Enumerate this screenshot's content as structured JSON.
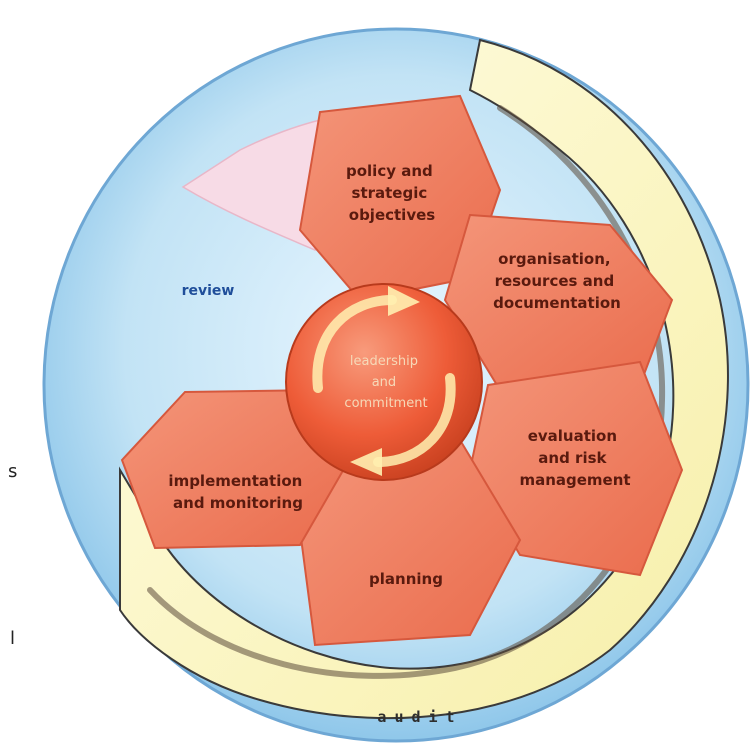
{
  "diagram": {
    "stages": {
      "policy": [
        "policy and",
        "strategic",
        "objectives"
      ],
      "organisation": [
        "organisation,",
        "resources and",
        "documentation"
      ],
      "evaluation": [
        "evaluation",
        "and risk",
        "management"
      ],
      "planning": [
        "planning"
      ],
      "implementation": [
        "implementation",
        "and monitoring"
      ]
    },
    "review": "review",
    "center": [
      "leadership",
      "and",
      "commitment"
    ],
    "audit": "audit"
  },
  "margin_text": [
    "s",
    "l"
  ],
  "colors": {
    "outer_ring": "#b8dcf0",
    "hexagon": "#ef7a5e",
    "hub": "#f0603a",
    "audit_arrow": "#fffbd2",
    "review_text": "#1f4e9a",
    "stage_text": "#5a1a0e"
  }
}
